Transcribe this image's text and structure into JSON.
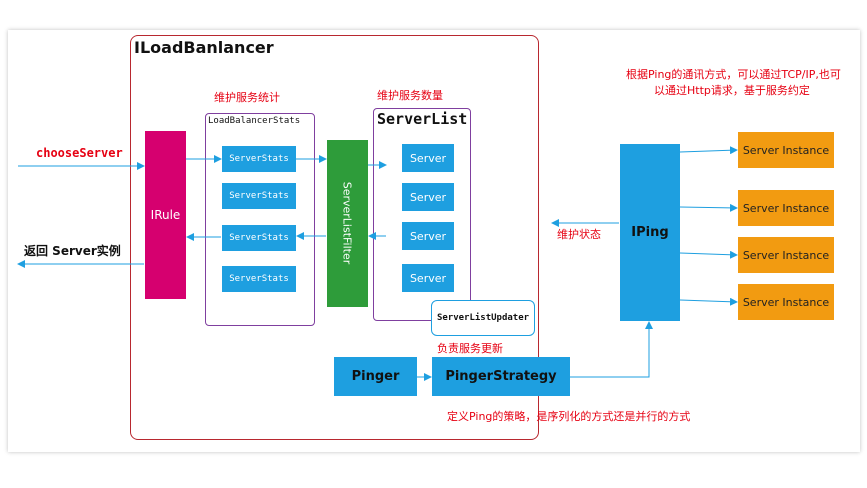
{
  "title": "ILoadBanlancer",
  "labels": {
    "choose_server": "chooseServer",
    "return_server": "返回 Server实例",
    "irule": "IRule",
    "maintain_stats": "维护服务统计",
    "maintain_count": "维护服务数量",
    "load_balancer_stats": "LoadBalancerStats",
    "server_list": "ServerList",
    "server_list_filter": "ServerListFilter",
    "server_list_updater": "ServerListUpdater",
    "responsible_update": "负责服务更新",
    "pinger": "Pinger",
    "pinger_strategy": "PingerStrategy",
    "strategy_note": "定义Ping的策略，是序列化的方式还是并行的方式",
    "maintain_state": "维护状态",
    "iping": "IPing",
    "ping_note_line1": "根据Ping的通讯方式，可以通过TCP/IP,也可",
    "ping_note_line2": "以通过Http请求，基于服务约定"
  },
  "server_stats": [
    "ServerStats",
    "ServerStats",
    "ServerStats",
    "ServerStats"
  ],
  "servers": [
    "Server",
    "Server",
    "Server",
    "Server"
  ],
  "server_instances": [
    "Server Instance",
    "Server Instance",
    "Server Instance",
    "Server Instance"
  ],
  "colors": {
    "irule": "#d6006f",
    "filter": "#2e9c3a",
    "blue": "#1e9fe0",
    "orange": "#f29b11",
    "red_text": "#e60012",
    "purple_border": "#7f3f9f",
    "container_border": "#b8282f"
  }
}
